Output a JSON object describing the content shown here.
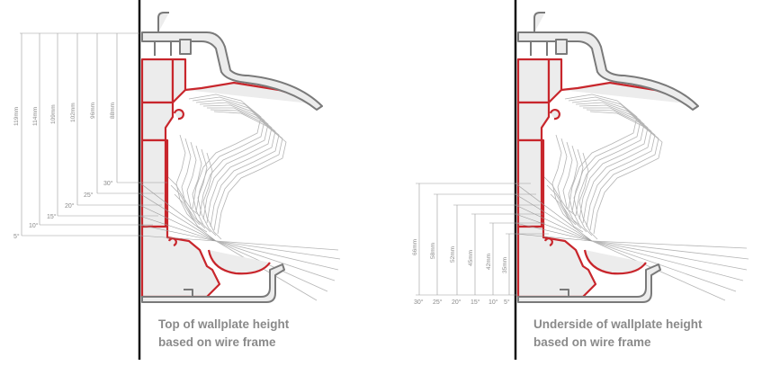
{
  "colors": {
    "red_profile": "#c8262c",
    "grey_profile": "#7a7a7a",
    "profile_fill": "#ececec",
    "guide_line": "#9a9a9a",
    "wire_frame": "#b4b4b4",
    "wall": "#111111",
    "caption": "#8a8a8a"
  },
  "left": {
    "caption_line1": "Top of wallplate height",
    "caption_line2": "based on wire frame",
    "heights": [
      "119mm",
      "114mm",
      "109mm",
      "102mm",
      "96mm",
      "88mm"
    ],
    "angles": [
      "30°",
      "25°",
      "20°",
      "15°",
      "10°",
      "5°"
    ]
  },
  "right": {
    "caption_line1": "Underside of wallplate height",
    "caption_line2": "based on wire frame",
    "heights": [
      "66mm",
      "58mm",
      "52mm",
      "45mm",
      "42mm",
      "35mm"
    ],
    "angles": [
      "30°",
      "25°",
      "20°",
      "15°",
      "10°",
      "5°"
    ]
  }
}
